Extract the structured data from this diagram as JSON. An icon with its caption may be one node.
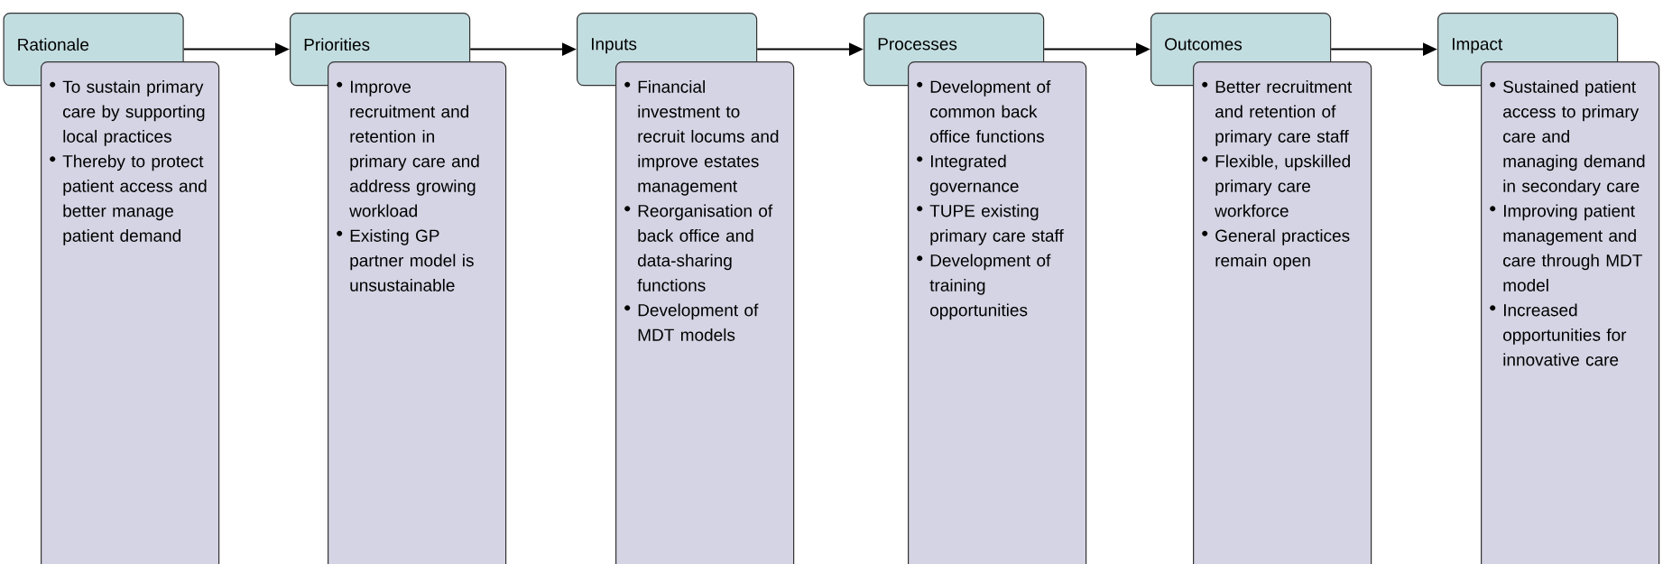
{
  "diagram": {
    "nodes": [
      {
        "text": [
          "Rationale"
        ]
      },
      {
        "text": [
          "To sustain primary care by supporting local practices",
          "Thereby to protect patient access and better manage patient demand"
        ]
      },
      {
        "text": [
          "Priorities"
        ]
      },
      {
        "text": [
          "Improve recruitment and retention in primary care and address growing workload",
          "Existing GP partner model is unsustainable"
        ]
      },
      {
        "text": [
          "Inputs"
        ]
      },
      {
        "text": [
          "Financial investment to recruit locums and improve estates management",
          "Reorganisation of back office and data-sharing functions",
          "Development of MDT models"
        ]
      },
      {
        "text": [
          "Processes"
        ]
      },
      {
        "text": [
          "Development of common back office functions",
          "Integrated governance",
          "TUPE existing primary care staff",
          "Development of training opportunities"
        ]
      },
      {
        "text": [
          "Outcomes"
        ]
      },
      {
        "text": [
          "Better recruitment and retention of primary care staff",
          "Flexible, upskilled primary care workforce",
          "General practices remain open"
        ]
      },
      {
        "text": [
          "Impact"
        ]
      },
      {
        "text": [
          "Sustained patient access to primary care and managing demand in secondary care",
          "Improving patient management and care through MDT model",
          "Increased opportunities for innovative care"
        ]
      }
    ],
    "edges": [
      {
        "from": 0,
        "to": 2,
        "arrow": "to"
      },
      {
        "from": 2,
        "to": 4,
        "arrow": "to"
      },
      {
        "from": 4,
        "to": 6,
        "arrow": "to"
      },
      {
        "from": 6,
        "to": 8,
        "arrow": "to"
      },
      {
        "from": 8,
        "to": 10,
        "arrow": "to"
      }
    ]
  }
}
